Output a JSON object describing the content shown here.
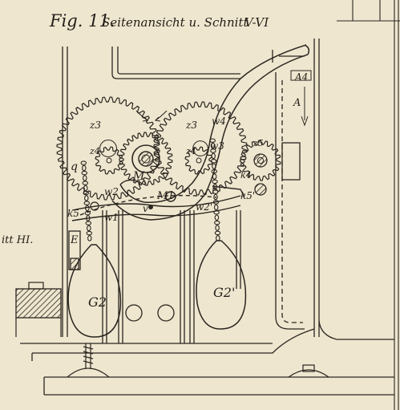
{
  "figure": {
    "title": "Fig. 11.",
    "subtitle": "Seitenansicht u. Schnitt",
    "section": "V-VI",
    "side_note": "itt HI."
  },
  "labels": {
    "z3_left": "z3",
    "z3_right": "z3",
    "z4_left": "z4",
    "z4_right": "z4",
    "z5": "z5",
    "w4": "w4",
    "w3": "w3",
    "w2": "w2",
    "w1": "w1",
    "w2_prime": "w2'",
    "M": "M",
    "M1": "M1",
    "v": "v",
    "q": "q",
    "k5": "k5",
    "k5_prime": "k5'",
    "k4": "k4",
    "E": "E",
    "G2": "G2",
    "G2_prime": "G2'",
    "A": "A",
    "A4": "A4"
  },
  "colors": {
    "paper": "#efe6cf",
    "ink": "#2a2620"
  }
}
